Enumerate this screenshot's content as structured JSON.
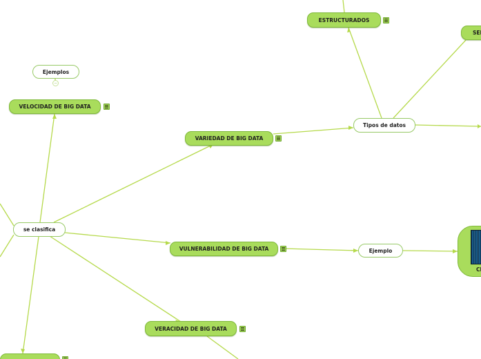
{
  "colors": {
    "topic_fill": "#a9dc5c",
    "topic_border": "#7fb93a",
    "link": "#b5d94a",
    "plain_fill": "#ffffff",
    "plain_border": "#97c966"
  },
  "nodes": {
    "se_clasifica": "se clasifica",
    "velocidad": "VELOCIDAD DE BIG DATA",
    "ejemplos": "Ejemplos",
    "variedad": "VARIEDAD DE BIG DATA",
    "tipos_de_datos": "Tipos de datos",
    "estructurados": "ESTRUCTURADOS",
    "semi": "SEM",
    "vulnerabilidad": "VULNERABILIDAD DE BIG DATA",
    "ejemplo": "Ejemplo",
    "ci": "CI",
    "veracidad": "VERACIDAD DE BIG DATA"
  },
  "icons": {
    "note": "notes-icon",
    "collapse": "collapse-toggle-icon",
    "image": "image-thumbnail-icon"
  }
}
